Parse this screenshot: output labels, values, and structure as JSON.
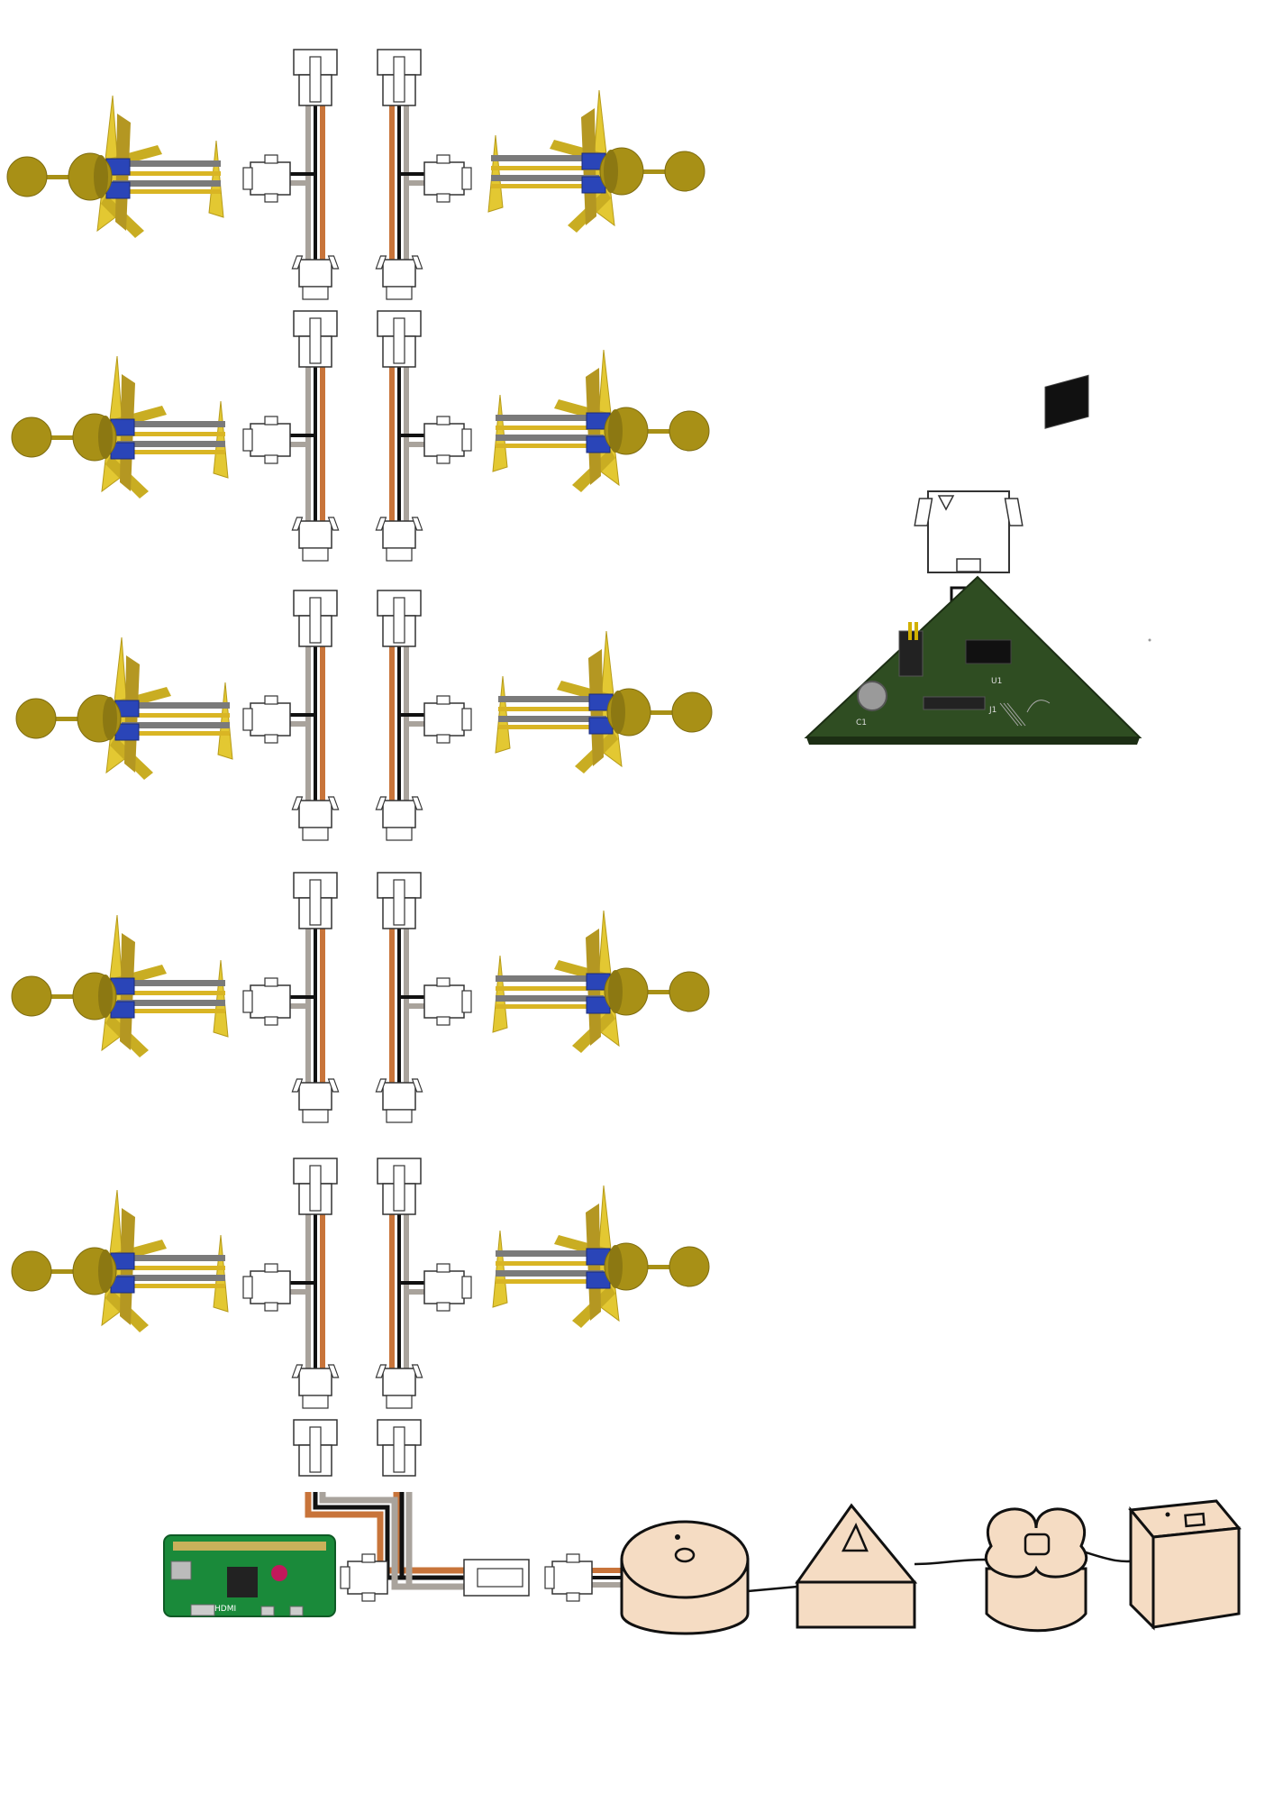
{
  "diagram": {
    "board_labels": [
      "HDMI",
      "C1",
      "J1",
      "U1"
    ],
    "colors": {
      "wire_orange": "#c8743a",
      "wire_black": "#111111",
      "wire_grey": "#a9a39c",
      "paddle_gold": "#a89016",
      "blade_yellow": "#e3c832",
      "switch_blue": "#2a45b8",
      "rod_grey": "#7a7a7a",
      "pcb_green": "#2f4d22",
      "rpi_green": "#1a8a3a",
      "block_skin": "#f5dcc3",
      "connector_white": "#ffffff"
    },
    "modules": [
      {
        "name": "row-1"
      },
      {
        "name": "row-2"
      },
      {
        "name": "row-3"
      },
      {
        "name": "row-4"
      },
      {
        "name": "row-5"
      }
    ],
    "blocks": [
      {
        "shape": "cylinder"
      },
      {
        "shape": "triangle"
      },
      {
        "shape": "figure-eight"
      },
      {
        "shape": "box"
      }
    ]
  }
}
